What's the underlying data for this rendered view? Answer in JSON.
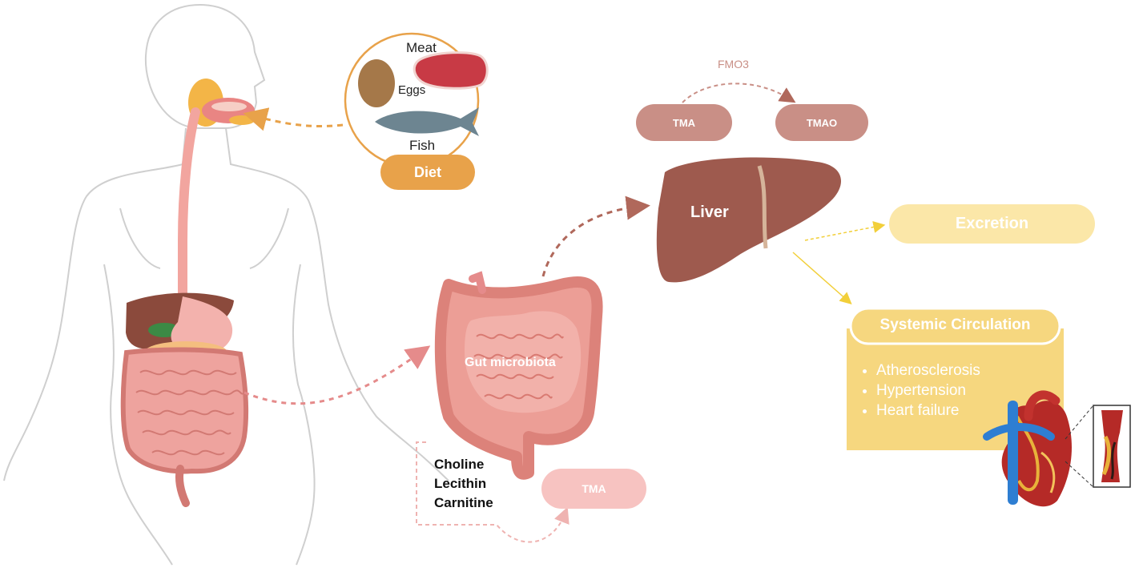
{
  "diet": {
    "label": "Diet",
    "foods": {
      "meat": "Meat",
      "eggs": "Eggs",
      "fish": "Fish"
    }
  },
  "liver": {
    "label": "Liver",
    "enzyme": "FMO3",
    "substrate": "TMA",
    "product": "TMAO"
  },
  "gut": {
    "label": "Gut microbiota",
    "precursors": [
      "Choline",
      "Lecithin",
      "Carnitine"
    ],
    "product": "TMA"
  },
  "excretion": {
    "label": "Excretion"
  },
  "circulation": {
    "title": "Systemic Circulation",
    "conditions": [
      "Atherosclerosis",
      "Hypertension",
      "Heart failure"
    ]
  },
  "colors": {
    "diet": "#e8a24a",
    "tma_pill": "#c98f86",
    "liver": "#9e5a4e",
    "gut": "#e39a93",
    "excretion": "#fbe7a8",
    "circulation": "#f6d77f",
    "flow_brown": "#b87a6f",
    "flow_pink": "#e58b8b",
    "flow_yellow": "#f2cf3a"
  }
}
